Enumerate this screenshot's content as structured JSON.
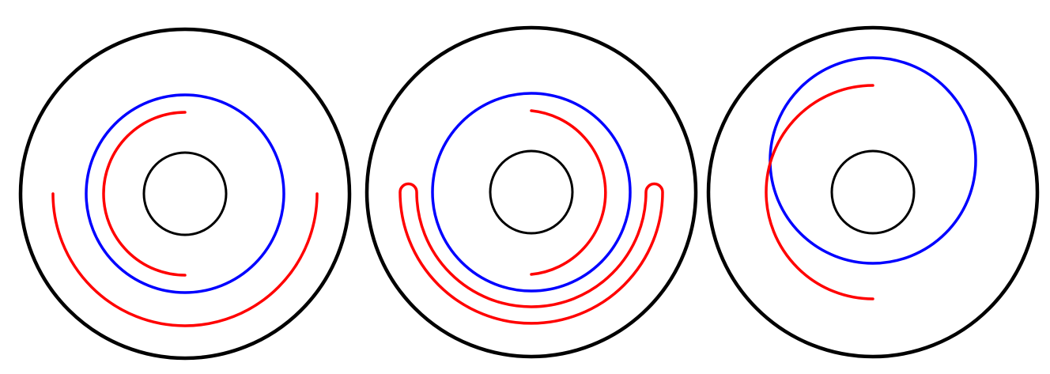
{
  "colors": {
    "boundary": "#000000",
    "loop": "#0000ff",
    "arc": "#ff0000",
    "background": "#ffffff"
  },
  "panels": [
    {
      "id": "panel-1"
    },
    {
      "id": "panel-2"
    },
    {
      "id": "panel-3"
    }
  ]
}
